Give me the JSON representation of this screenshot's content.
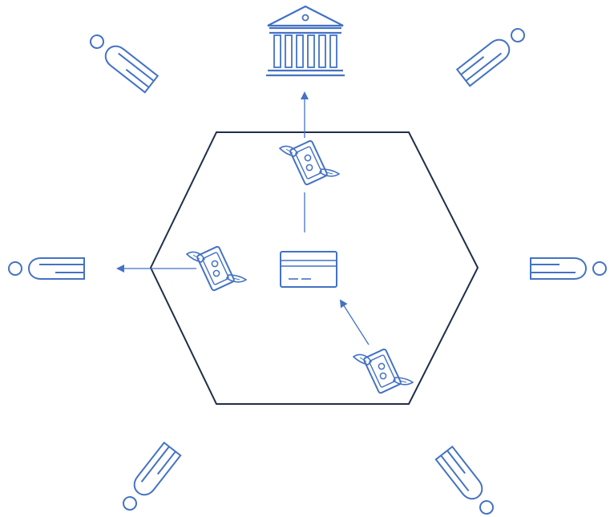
{
  "colors": {
    "accent": "#4472C4",
    "hexagon": "#1F2E4A",
    "background": "#FFFFFF"
  },
  "icons": {
    "bank": "bank-icon",
    "person": "person-icon",
    "card": "credit-card-icon",
    "money": "flying-money-icon"
  },
  "nodes": {
    "center": "credit-card",
    "top": "bank",
    "people": [
      "person-top-left",
      "person-top-right",
      "person-left",
      "person-right",
      "person-bottom-left",
      "person-bottom-right"
    ]
  },
  "flows": [
    {
      "from": "credit-card",
      "to": "bank"
    },
    {
      "from": "credit-card",
      "to": "person-left"
    },
    {
      "from": "person-bottom-right",
      "to": "credit-card"
    }
  ]
}
